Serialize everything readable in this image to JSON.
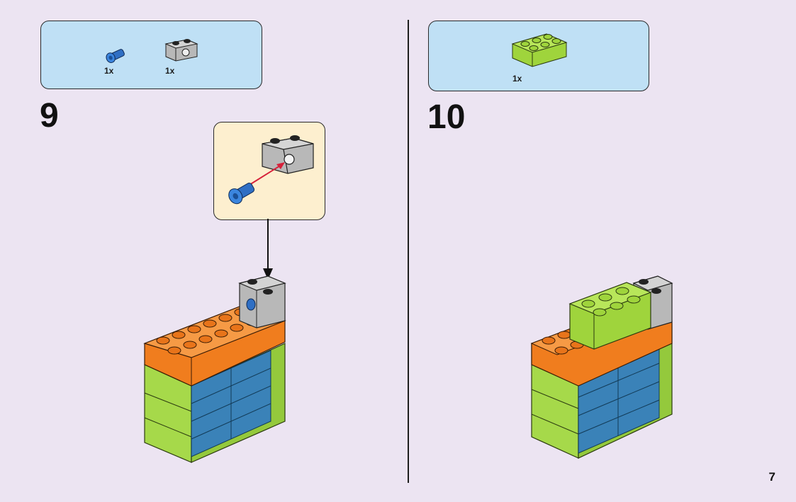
{
  "steps": [
    {
      "number": "9",
      "parts": [
        {
          "qty": "1x",
          "icon": "blue-pin-icon"
        },
        {
          "qty": "1x",
          "icon": "gray-technic-brick-icon"
        }
      ]
    },
    {
      "number": "10",
      "parts": [
        {
          "qty": "1x",
          "icon": "lime-brick-2x3-icon"
        }
      ]
    }
  ],
  "page_number": "7",
  "colors": {
    "background": "#ece4f2",
    "parts_box": "#bfe0f5",
    "callout": "#fdefcf",
    "lime": "#a6d94a",
    "orange": "#f07d1e",
    "blue": "#3a82b8",
    "gray": "#b5b5b5"
  }
}
